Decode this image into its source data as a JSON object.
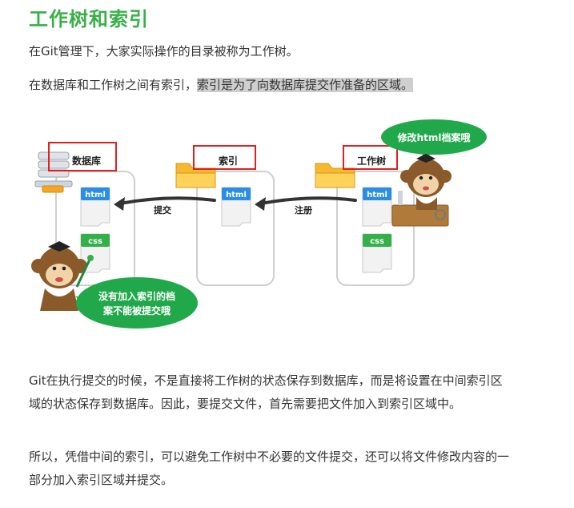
{
  "heading": "工作树和索引",
  "para1": "在Git管理下，大家实际操作的目录被称为工作树。",
  "para2": {
    "before": "在数据库和工作树之间有索引，",
    "highlight": "索引是为了向数据库提交作准备的区域。"
  },
  "diagram": {
    "database_label": "数据库",
    "index_label": "索引",
    "worktree_label": "工作树",
    "commit_label": "提交",
    "register_label": "注册",
    "file_html": "html",
    "file_css": "css",
    "bubble_top": "修改html档案哦",
    "bubble_bottom_line1": "没有加入索引的档",
    "bubble_bottom_line2": "案不能被提交哦",
    "colors": {
      "green": "#38b048",
      "red_box": "#e02020",
      "folder": "#f5b82e",
      "html_file": "#2a8ee6",
      "css_file": "#34b04a"
    }
  },
  "para3": "Git在执行提交的时候，不是直接将工作树的状态保存到数据库，而是将设置在中间索引区域的状态保存到数据库。因此，要提交文件，首先需要把文件加入到索引区域中。",
  "para4": "所以，凭借中间的索引，可以避免工作树中不必要的文件提交，还可以将文件修改内容的一部分加入索引区域并提交。"
}
